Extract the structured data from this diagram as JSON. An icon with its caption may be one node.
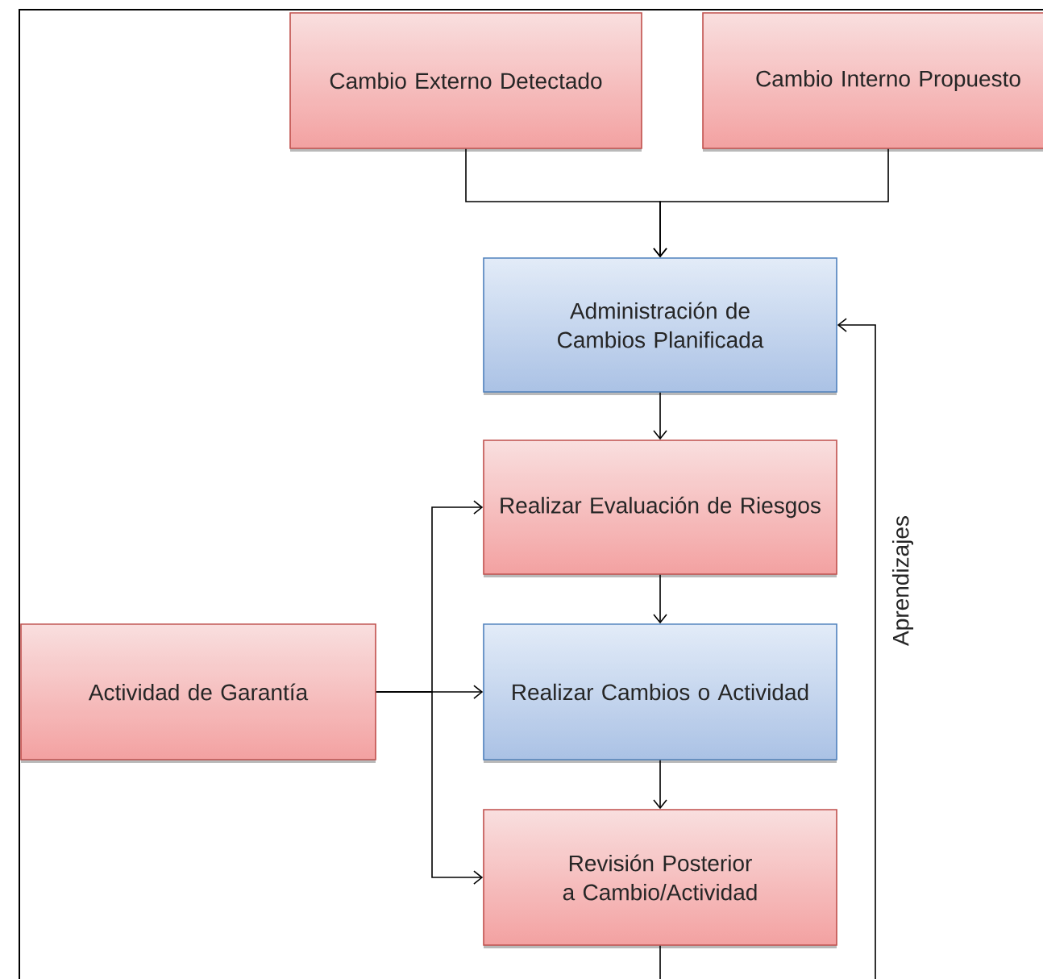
{
  "diagram": {
    "nodes": [
      {
        "text": [
          "Cambio Externo Detectado"
        ]
      },
      {
        "text": [
          "Cambio Interno Propuesto"
        ]
      },
      {
        "text": [
          "Administración de Cambios Planificada"
        ]
      },
      {
        "text": [
          "Realizar Evaluación de Riesgos"
        ]
      },
      {
        "text": [
          "Actividad de Garantía"
        ]
      },
      {
        "text": [
          "Realizar Cambios o Actividad"
        ]
      },
      {
        "text": [
          "Revisión Posterior a Cambio/Actividad"
        ]
      }
    ],
    "edges": [
      {
        "from": 0,
        "to": 2,
        "arrow": "to"
      },
      {
        "from": 1,
        "to": 2,
        "arrow": "to"
      },
      {
        "from": 2,
        "to": 3,
        "arrow": "to"
      },
      {
        "from": 3,
        "to": 5,
        "arrow": "to"
      },
      {
        "from": 5,
        "to": 6,
        "arrow": "to"
      },
      {
        "from": 4,
        "to": 3,
        "arrow": "to"
      },
      {
        "from": 4,
        "to": 5,
        "arrow": "to"
      },
      {
        "from": 4,
        "to": 6,
        "arrow": "to"
      },
      {
        "from": 6,
        "to": 2,
        "arrow": "to",
        "label": "Aprendizajes"
      }
    ]
  }
}
